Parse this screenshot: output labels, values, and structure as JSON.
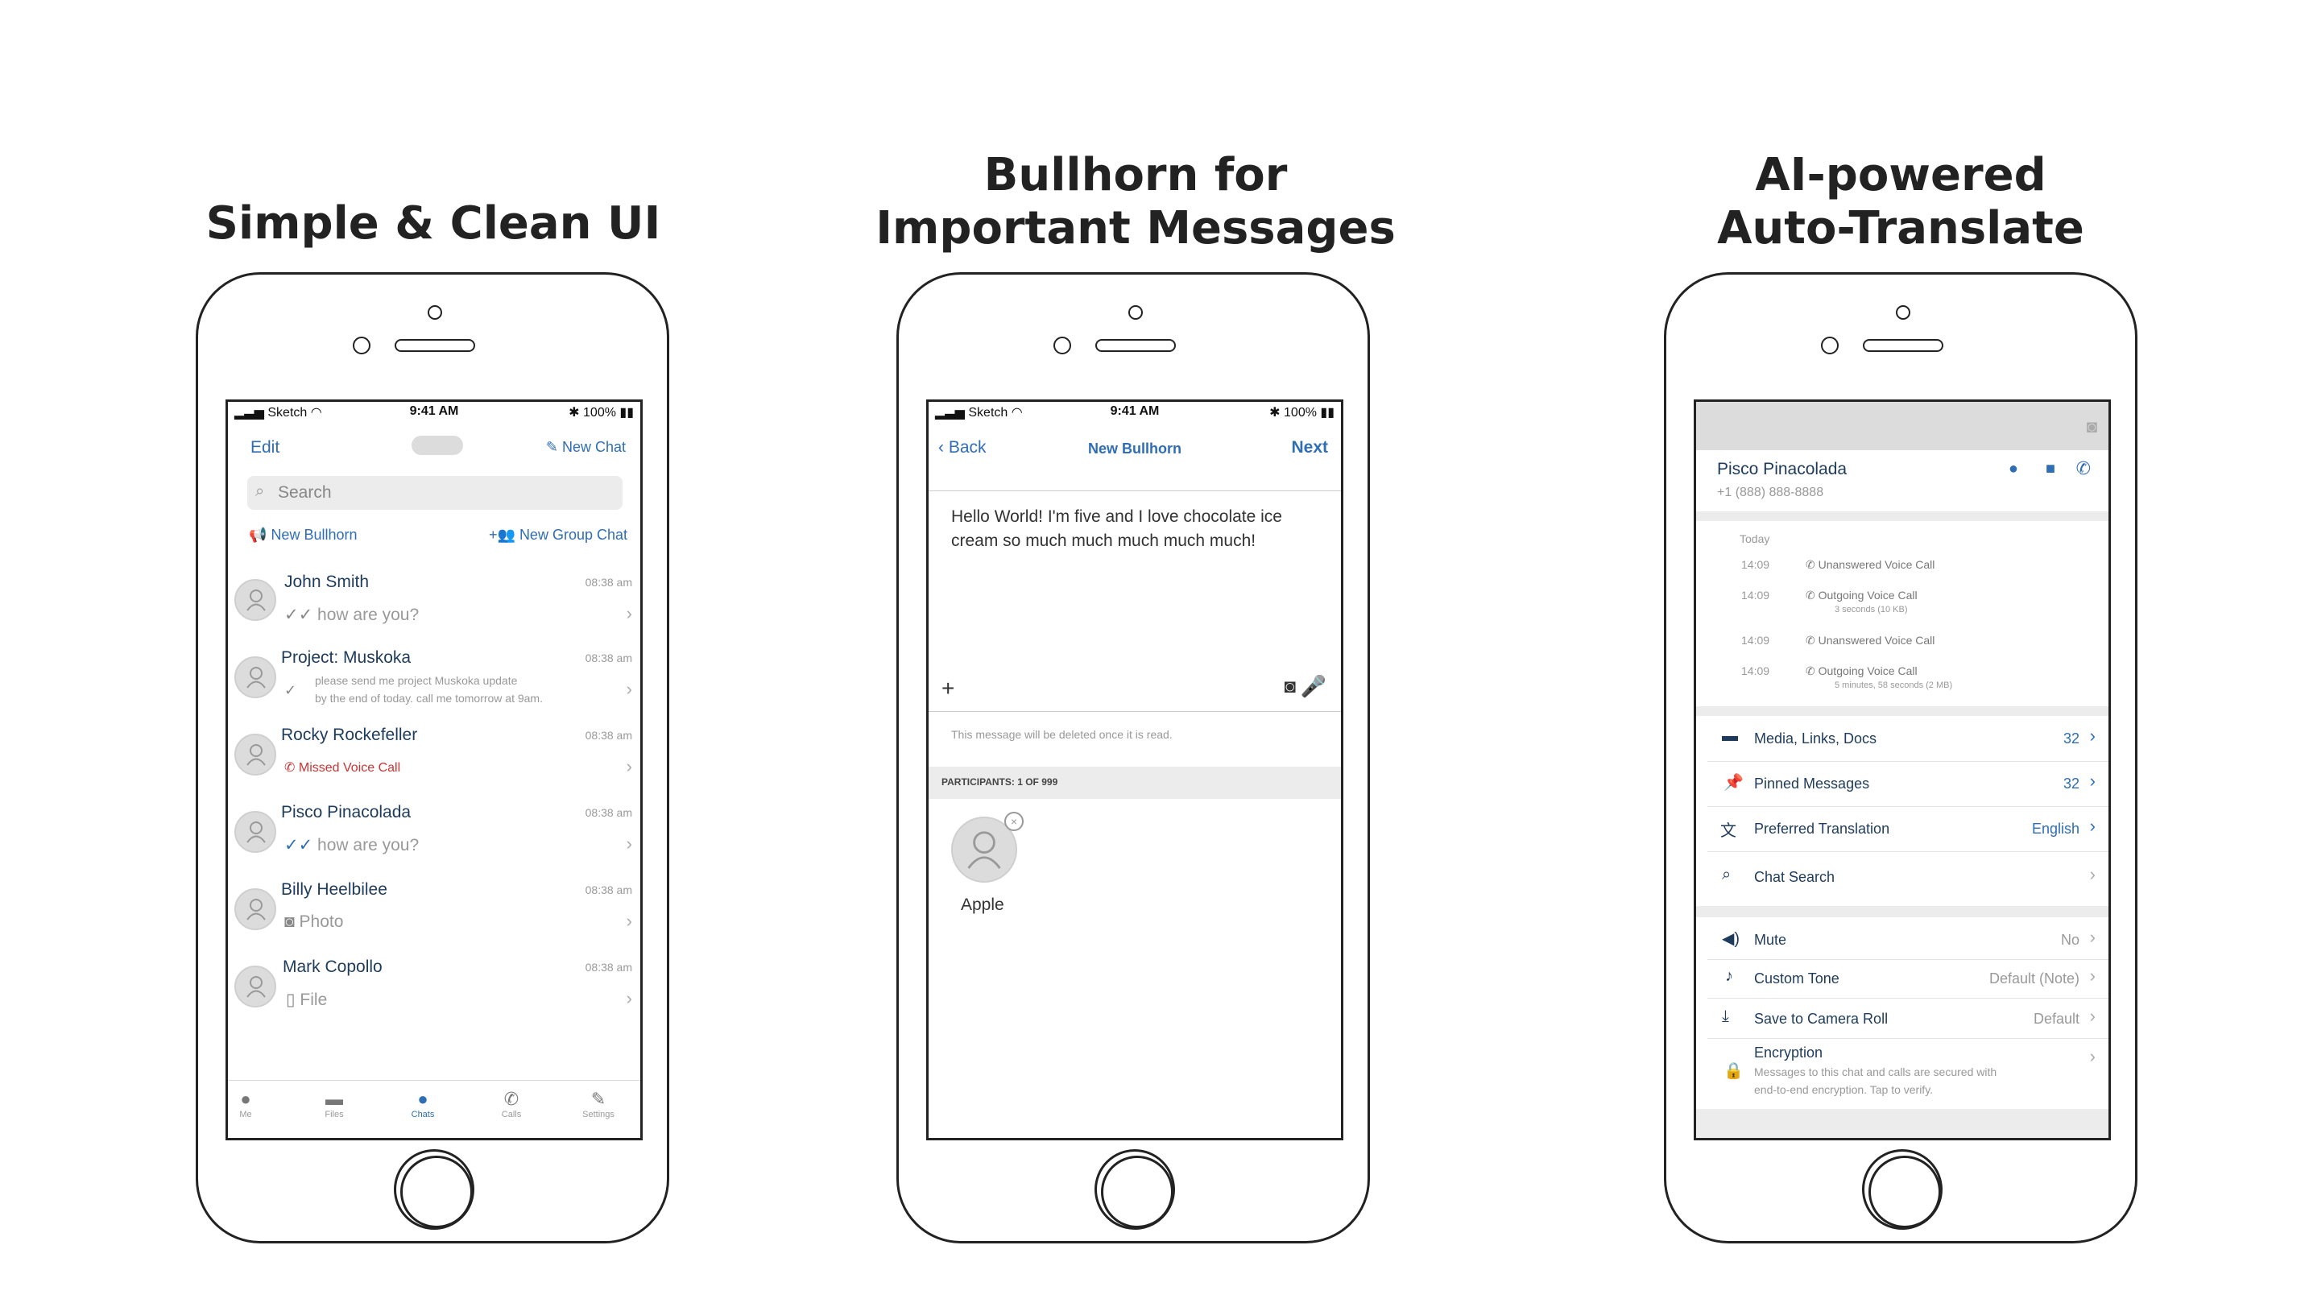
{
  "headings": {
    "h1": "Simple & Clean UI",
    "h2_line1": "Bullhorn for",
    "h2_line2": "Important Messages",
    "h3_line1": "AI-powered",
    "h3_line2": "Auto-Translate"
  },
  "status_bar": {
    "carrier": "Sketch",
    "time": "9:41 AM",
    "battery": "100%"
  },
  "chats_screen": {
    "edit": "Edit",
    "new_chat": "New Chat",
    "search_placeholder": "Search",
    "new_bullhorn": "New Bullhorn",
    "new_group_chat": "New Group Chat",
    "chats": [
      {
        "name": "John Smith",
        "time": "08:38 am",
        "preview": "how are you?"
      },
      {
        "name": "Project: Muskoka",
        "time": "08:38 am",
        "preview": "please send me project Muskoka update",
        "preview2": "by the end of today. call me tomorrow at 9am."
      },
      {
        "name": "Rocky Rockefeller",
        "time": "08:38 am",
        "preview": "Missed Voice Call"
      },
      {
        "name": "Pisco Pinacolada",
        "time": "08:38 am",
        "preview": "how are you?"
      },
      {
        "name": "Billy Heelbilee",
        "time": "08:38 am",
        "preview": "Photo"
      },
      {
        "name": "Mark Copollo",
        "time": "08:38 am",
        "preview": "File"
      }
    ],
    "tabs": [
      "Me",
      "Files",
      "Chats",
      "Calls",
      "Settings"
    ]
  },
  "bullhorn_screen": {
    "back": "Back",
    "title": "New Bullhorn",
    "next": "Next",
    "message": "Hello World! I'm five and I love chocolate ice cream so much much much much much!",
    "notice": "This message will be deleted once it is read.",
    "participants": "PARTICIPANTS: 1 OF 999",
    "participant_name": "Apple"
  },
  "info_screen": {
    "contact_name": "Pisco Pinacolada",
    "phone": "+1 (888) 888-8888",
    "today": "Today",
    "calls": [
      {
        "time": "14:09",
        "label": "Unanswered Voice Call",
        "detail": ""
      },
      {
        "time": "14:09",
        "label": "Outgoing Voice Call",
        "detail": "3 seconds (10 KB)"
      },
      {
        "time": "14:09",
        "label": "Unanswered Voice Call",
        "detail": ""
      },
      {
        "time": "14:09",
        "label": "Outgoing Voice Call",
        "detail": "5 minutes, 58 seconds (2 MB)"
      }
    ],
    "media": {
      "label": "Media, Links, Docs",
      "value": "32"
    },
    "pinned": {
      "label": "Pinned Messages",
      "value": "32"
    },
    "translation": {
      "label": "Preferred Translation",
      "value": "English"
    },
    "chat_search": "Chat Search",
    "mute": {
      "label": "Mute",
      "value": "No"
    },
    "tone": {
      "label": "Custom Tone",
      "value": "Default (Note)"
    },
    "camera_roll": {
      "label": "Save to Camera Roll",
      "value": "Default"
    },
    "encryption": {
      "label": "Encryption",
      "desc1": "Messages to this chat and calls are secured with",
      "desc2": "end-to-end encryption. Tap to verify."
    }
  }
}
